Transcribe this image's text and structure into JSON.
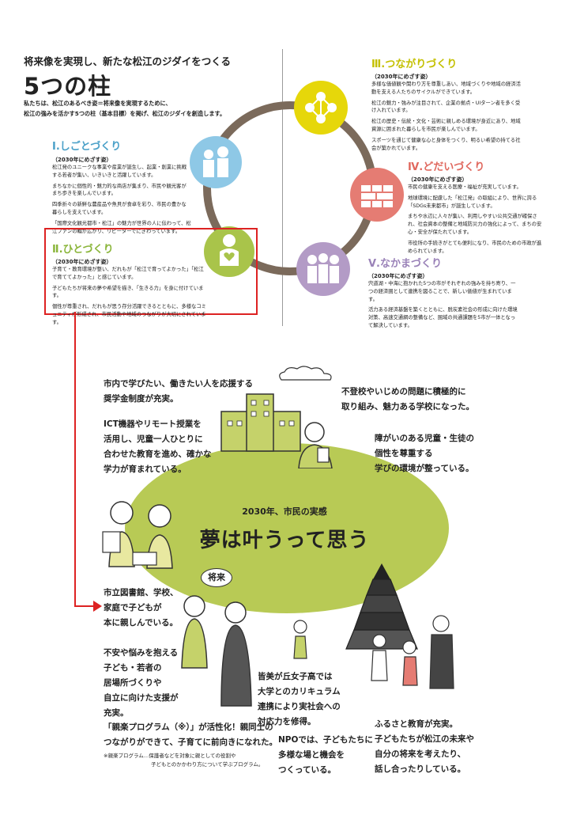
{
  "header": {
    "subtitle": "将来像を実現し、新たな松江のジダイをつくる",
    "title": "5つの柱",
    "desc1": "私たちは、松江のあるべき姿＝将来像を実現するために、",
    "desc2": "松江の強みを活かす5つの柱（基本目標）を掲げ、松江のジダイを創造します。"
  },
  "pillars": [
    {
      "title": "Ⅰ.しごとづくり",
      "goal": "（2030年にめざす姿）",
      "text": [
        "松江発のユニークな事業や産業が誕生し、起業・創業に挑戦する若者が集い、いきいきと活躍しています。",
        "まちなかに個性的・魅力的な商店が集まり、市民や観光客がまち歩きを楽しんでいます。",
        "四季折々の新鮮な農産品や魚貝が食卓を彩り、市民の豊かな暮らしを支えています。",
        "「国際文化観光都市・松江」の魅力が世界の人に伝わって、松江ファンの輪が広がり、リピーターでにぎわっています。"
      ]
    },
    {
      "title": "Ⅱ.ひとづくり",
      "goal": "（2030年にめざす姿）",
      "text": [
        "子育て・教育環境が整い、だれもが「松江で育ってよかった」「松江で育ててよかった」と感じています。",
        "子どもたちが将来の夢や希望を描き、「生きる力」を身に付けています。",
        "個性が尊重され、だれもが思う存分活躍できるとともに、多様なコミュニティが形成され、市民活動や地域のつながりが大切にされています。"
      ]
    },
    {
      "title": "Ⅲ.つながりづくり",
      "goal": "（2030年にめざす姿）",
      "text": [
        "多様な価値観や関わり方を尊重しあい、地域づくりや地域の経済活動を支える人たちのサイクルができています。",
        "松江の魅力・強みが注目されて、企業の拠点・UIターン者を多く受け入れています。",
        "松江の歴史・伝統・文化・芸術に親しめる環境が身近にあり、地域資源に囲まれた暮らしを市民が楽しんでいます。",
        "スポーツを通じて健康な心と身体をつくり、明るい希望の持てる社会が築かれています。"
      ]
    },
    {
      "title": "Ⅳ.どだいづくり",
      "goal": "（2030年にめざす姿）",
      "text": [
        "市民の健康を支える医療・福祉が充実しています。",
        "地球環境に配慮した「松江発」の取組により、世界に誇る「SDGs未来都市」が誕生しています。",
        "まちや水辺に人々が集い、利用しやすい公共交通が確保され、社会資本の整備と地域防災力の強化によって、まちの安心・安全が保たれています。",
        "市役所の手続きがとても便利になり、市民のための市政が進められています。"
      ]
    },
    {
      "title": "Ⅴ.なかまづくり",
      "goal": "（2030年にめざす姿）",
      "text": [
        "宍道湖・中海に抱かれた5つの市がそれぞれの強みを持ち寄り、一つの経済圏として連携を図ることで、新しい価値が生まれています。",
        "活力ある経済基盤を築くとともに、脱炭素社会の形成に向けた環境対策、高速交通網の整備など、圏域の共通課題を5市が一体となって解決しています。"
      ]
    }
  ],
  "center": {
    "subtitle": "2030年、市民の実感",
    "title": "夢は叶うって思う"
  },
  "captions": {
    "c1": [
      "市内で学びたい、働きたい人を応援する",
      "奨学金制度が充実。"
    ],
    "c2": [
      "不登校やいじめの問題に積極的に",
      "取り組み、魅力ある学校になった。"
    ],
    "c3": [
      "ICT機器やリモート授業を",
      "活用し、児童一人ひとりに",
      "合わせた教育を進め、確かな",
      "学力が育まれている。"
    ],
    "c4": [
      "障がいのある児童・生徒の",
      "個性を尊重する",
      "学びの環境が整っている。"
    ],
    "c5": [
      "市立図書館、学校、",
      "家庭で子どもが",
      "本に親しんでいる。"
    ],
    "c6": [
      "不安や悩みを抱える",
      "子ども・若者の",
      "居場所づくりや",
      "自立に向けた支援が",
      "充実。"
    ],
    "c7": [
      "皆美が丘女子高では",
      "大学とのカリキュラム",
      "連携により実社会への",
      "対応力を修得。"
    ],
    "c8": [
      "「親楽プログラム（※）」が活性化！親同士の",
      "つながりができて、子育てに前向きになれた。"
    ],
    "c8note": [
      "※親楽プログラム…保護者などを対象に親としての役割や",
      "子どもとのかかわり方について学ぶプログラム。"
    ],
    "c9": [
      "NPOでは、子どもたちに",
      "多様な場と機会を",
      "つくっている。"
    ],
    "c10": [
      "ふるさと教育が充実。",
      "子どもたちが松江の未来や",
      "自分の将来を考えたり、",
      "話し合ったりしている。"
    ],
    "bubble": "将来"
  }
}
